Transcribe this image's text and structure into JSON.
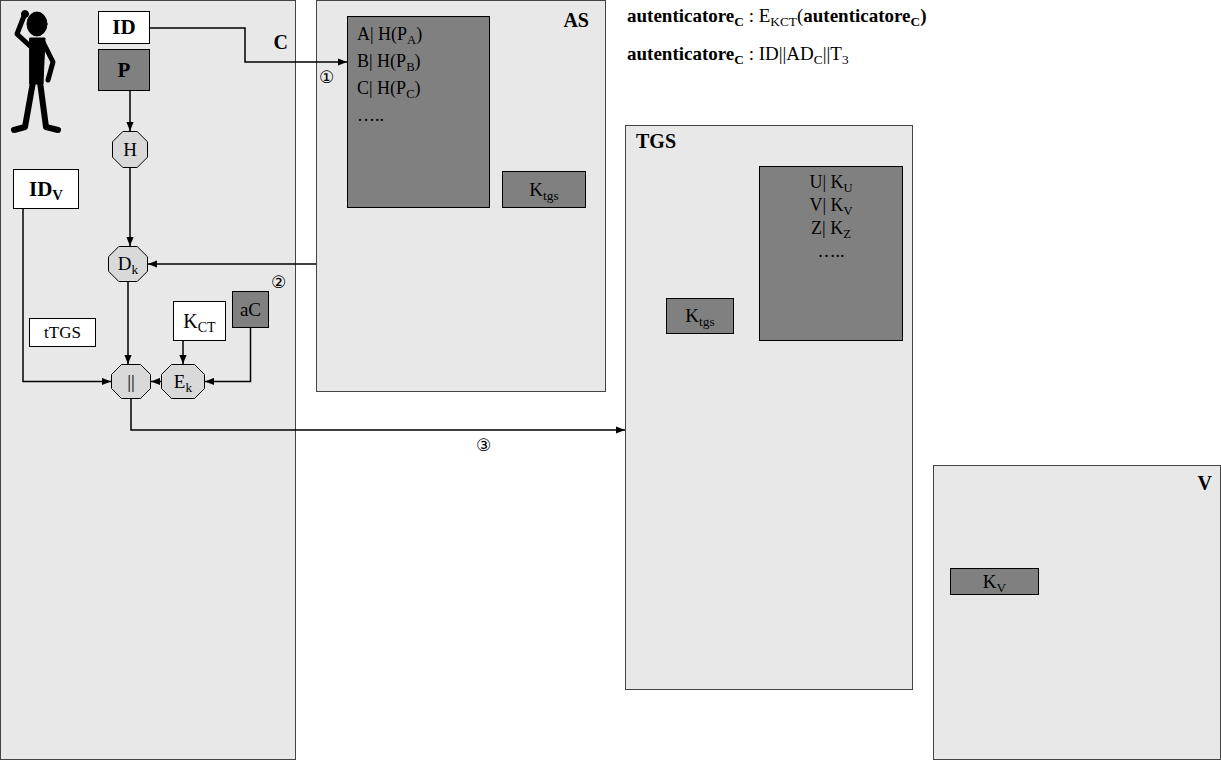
{
  "diagram": {
    "nodes": [
      {
        "text": [
          "C"
        ]
      },
      {
        "text": [
          "ID"
        ],
        "in": 0
      },
      {
        "text": [
          "P"
        ],
        "in": 0
      },
      {
        "text": [
          "H"
        ],
        "in": 0
      },
      {
        "text": [
          "IDV"
        ],
        "in": 0
      },
      {
        "text": [
          "Dk"
        ],
        "in": 0
      },
      {
        "text": [
          "tTGS"
        ],
        "in": 0
      },
      {
        "text": [
          "KCT"
        ],
        "in": 0
      },
      {
        "text": [
          "aC"
        ],
        "in": 0
      },
      {
        "text": [
          "||"
        ],
        "in": 0
      },
      {
        "text": [
          "Ek"
        ],
        "in": 0
      },
      {
        "text": [
          "AS"
        ]
      },
      {
        "text": [
          "A| H(PA)",
          "B| H(PB)",
          "C| H(PC)",
          "….."
        ],
        "in": 11
      },
      {
        "text": [
          "Ktgs"
        ],
        "in": 11
      },
      {
        "text": [
          "TGS"
        ]
      },
      {
        "text": [
          "U| KU",
          "V| KV",
          "Z| KZ",
          "….."
        ],
        "in": 14
      },
      {
        "text": [
          "Ktgs"
        ],
        "in": 14
      },
      {
        "text": [
          "V"
        ]
      },
      {
        "text": [
          "KV"
        ],
        "in": 17
      }
    ],
    "edges": [
      {
        "from": 1,
        "to": 12,
        "arrow": "to",
        "label": "①"
      },
      {
        "from": 2,
        "to": 3,
        "arrow": "to"
      },
      {
        "from": 3,
        "to": 5,
        "arrow": "to"
      },
      {
        "from": 4,
        "to": 9,
        "arrow": "to"
      },
      {
        "from": 5,
        "to": 9,
        "arrow": "to"
      },
      {
        "from": 7,
        "to": 10,
        "arrow": "to"
      },
      {
        "from": 8,
        "to": 10,
        "arrow": "to"
      },
      {
        "from": 10,
        "to": 9,
        "arrow": "to"
      },
      {
        "from": 11,
        "to": 5,
        "arrow": "to",
        "label": "②"
      },
      {
        "from": 9,
        "to": 14,
        "arrow": "to",
        "label": "③"
      }
    ],
    "labels": [
      "autenticatoreC : EKCT(autenticatoreC)",
      "autenticatoreC : ID||ADC||T3"
    ]
  }
}
